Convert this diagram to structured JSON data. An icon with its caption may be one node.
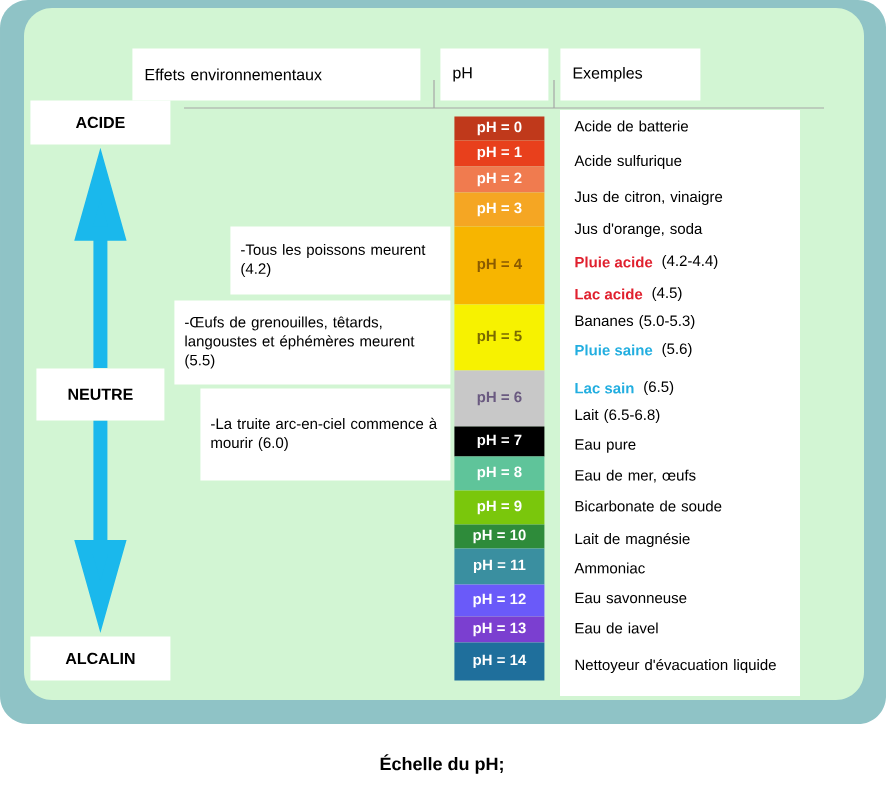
{
  "diagram": {
    "caption": "Échelle du pH;",
    "nodes": [
      {
        "text": [
          "Effets environnementaux"
        ]
      },
      {
        "text": [
          "pH"
        ]
      },
      {
        "text": [
          "Exemples"
        ]
      },
      {
        "text": [
          "ACIDE"
        ]
      },
      {
        "text": [
          "NEUTRE"
        ]
      },
      {
        "text": [
          "ALCALIN"
        ]
      },
      {
        "text": [
          "-Tous les poissons meurent (4.2)"
        ]
      },
      {
        "text": [
          "-Œufs de grenouilles, têtards, langoustes et éphémères meurent (5.5)"
        ]
      },
      {
        "text": [
          "-La truite arc-en-ciel commence à mourir (6.0)"
        ]
      },
      {
        "text": [
          "pH = 0"
        ]
      },
      {
        "text": [
          "pH = 1"
        ]
      },
      {
        "text": [
          "pH = 2"
        ]
      },
      {
        "text": [
          "pH = 3"
        ]
      },
      {
        "text": [
          "pH = 4"
        ]
      },
      {
        "text": [
          "pH = 5"
        ]
      },
      {
        "text": [
          "pH = 6"
        ]
      },
      {
        "text": [
          "pH = 7"
        ]
      },
      {
        "text": [
          "pH = 8"
        ]
      },
      {
        "text": [
          "pH = 9"
        ]
      },
      {
        "text": [
          "pH = 10"
        ]
      },
      {
        "text": [
          "pH = 11"
        ]
      },
      {
        "text": [
          "pH = 12"
        ]
      },
      {
        "text": [
          "pH = 13"
        ]
      },
      {
        "text": [
          "pH = 14"
        ]
      }
    ],
    "edges": [
      {
        "from": 4,
        "to": 3,
        "arrow": "to"
      },
      {
        "from": 4,
        "to": 5,
        "arrow": "to"
      }
    ],
    "labels": [
      "Acide de batterie",
      "Acide sulfurique",
      "Jus de citron, vinaigre",
      "Jus d'orange, soda",
      "Pluie acide",
      "(4.2-4.4)",
      "Lac acide",
      "(4.5)",
      "Bananes (5.0-5.3)",
      "Pluie saine",
      "(5.6)",
      "Lac sain",
      "(6.5)",
      "Lait (6.5-6.8)",
      "Eau pure",
      "Eau de mer, œufs",
      "Bicarbonate de soude",
      "Lait de magnésie",
      "Ammoniac",
      "Eau savonneuse",
      "Eau de iavel",
      "Nettoyeur d'évacuation liquide"
    ]
  }
}
